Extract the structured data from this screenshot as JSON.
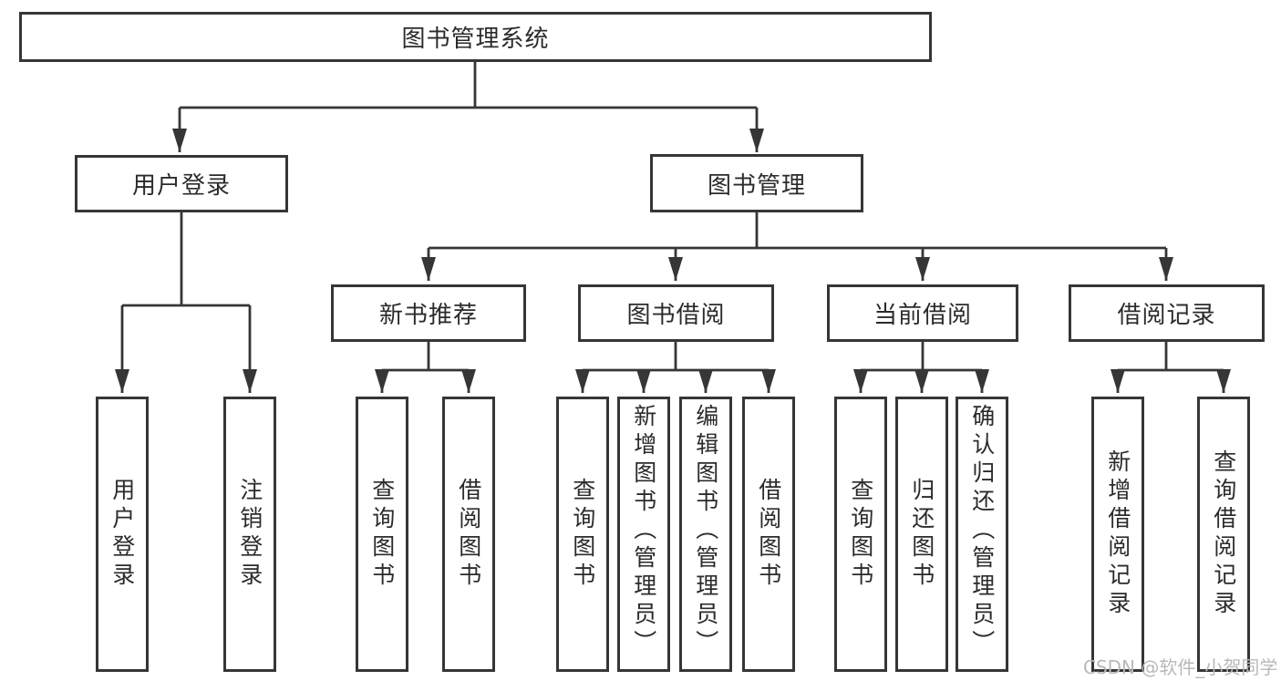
{
  "tree": {
    "root": {
      "label": "图书管理系统"
    },
    "user_login": {
      "label": "用户登录",
      "children": [
        "用户登录",
        "注销登录"
      ]
    },
    "book_mgmt": {
      "label": "图书管理"
    },
    "new_book_rec": {
      "label": "新书推荐",
      "children": [
        "查询图书",
        "借阅图书"
      ]
    },
    "book_borrow": {
      "label": "图书借阅",
      "children": [
        "查询图书",
        "新增图书（管理员）",
        "编辑图书（管理员）",
        "借阅图书"
      ]
    },
    "current_borrow": {
      "label": "当前借阅",
      "children": [
        "查询图书",
        "归还图书",
        "确认归还（管理员）"
      ]
    },
    "borrow_record": {
      "label": "借阅记录",
      "children": [
        "新增借阅记录",
        "查询借阅记录"
      ]
    }
  },
  "watermark": "CSDN @软件_小贺同学",
  "colors": {
    "line": "#363636",
    "text": "#2b2b2b",
    "watermark": "#b9b9b9",
    "background": "#ffffff"
  }
}
